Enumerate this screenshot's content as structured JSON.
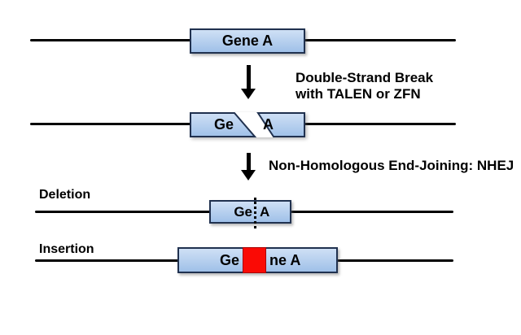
{
  "diagram": {
    "colors": {
      "strand_line": "#000000",
      "gene_box_border": "#20314f",
      "gene_box_fill_top": "#cfe0f5",
      "gene_box_fill_bottom": "#9fc0e8",
      "insertion_fill": "#fa0a05",
      "text_color": "#000000"
    },
    "icons": {
      "down_arrow": "↓"
    },
    "step1": {
      "gene_label": "Gene A",
      "caption_line1": "Double-Strand Break",
      "caption_line2": "with TALEN or ZFN"
    },
    "step2": {
      "broken_gene_left": "Ge",
      "broken_gene_right": "A",
      "caption": "Non-Homologous End-Joining: NHEJ"
    },
    "deletion": {
      "row_label": "Deletion",
      "gene_left": "Ge",
      "gene_right": "A"
    },
    "insertion": {
      "row_label": "Insertion",
      "gene_left": "Ge",
      "gene_right": "ne A"
    }
  }
}
